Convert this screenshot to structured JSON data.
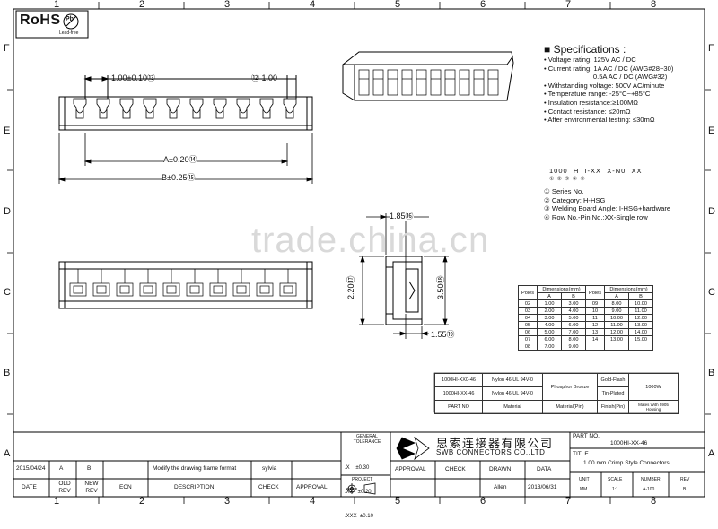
{
  "zones": {
    "columns": [
      "1",
      "2",
      "3",
      "4",
      "5",
      "6",
      "7",
      "8"
    ],
    "rows": [
      "F",
      "E",
      "D",
      "C",
      "B",
      "A"
    ]
  },
  "rohs": {
    "label": "RoHS",
    "sub": "Lead-free",
    "logo_symbol": "Pb"
  },
  "watermark": "trade.china.cn",
  "top_view": {
    "pitch_label": "1.00±0.10",
    "pitch_flag": "⑬",
    "end_label": "1.00",
    "end_flag": "⑫",
    "a_label": "A±0.20",
    "a_flag": "⑭",
    "b_label": "B±0.25",
    "b_flag": "⑮"
  },
  "side_view": {
    "width_label": "1.85",
    "width_flag": "⑯",
    "height_label": "2.20",
    "height_flag": "⑰",
    "depth_label": "3.50",
    "depth_flag": "⑱",
    "bottom_label": "1.55",
    "bottom_flag": "⑲"
  },
  "specifications": {
    "title": "Specifications :",
    "items": [
      "Voltage rating: 125V AC / DC",
      "Current rating:   1A  AC / DC (AWG#28~30)",
      "                        0.5A AC / DC (AWG#32)",
      "Withstanding voltage: 500V AC/minute",
      "Temperature range: -25°C~+85°C",
      "Insulation resistance:≥100MΩ",
      "Contact resistance: ≤20mΩ",
      "After environmental testing:  ≤30mΩ"
    ]
  },
  "part_number": {
    "code": "1000  H  I-XX  X-N0  XX",
    "markers": "①②③④⑤",
    "legend": [
      "① Series No.",
      "② Category:  H-HSG",
      "③ Welding Board Angle:  I-HSG+hardware",
      "④ Row No.-Pin No.:XX-Single row"
    ]
  },
  "dimension_table": {
    "header_poles": "Poles",
    "header_dims": "Dimensions(mm)",
    "header_a": "A",
    "header_b": "B",
    "rows": [
      [
        "02",
        "1.00",
        "3.00",
        "09",
        "8.00",
        "10.00"
      ],
      [
        "03",
        "2.00",
        "4.00",
        "10",
        "9.00",
        "11.00"
      ],
      [
        "04",
        "3.00",
        "5.00",
        "11",
        "10.00",
        "12.00"
      ],
      [
        "05",
        "4.00",
        "6.00",
        "12",
        "11.00",
        "13.00"
      ],
      [
        "06",
        "5.00",
        "7.00",
        "13",
        "12.00",
        "14.00"
      ],
      [
        "07",
        "6.00",
        "8.00",
        "14",
        "13.00",
        "15.00"
      ],
      [
        "08",
        "7.00",
        "9.00",
        "",
        "",
        ""
      ]
    ]
  },
  "materials": {
    "rows": [
      [
        "1000HI-XX0-46",
        "Nylon 46  UL 94V-0",
        "Phosphor Bronze",
        "Gold-Flash",
        "1000W"
      ],
      [
        "1000HI-XX-46",
        "Nylon 46  UL 94V-0",
        "",
        "Tin-Plated",
        ""
      ]
    ],
    "header": [
      "PART NO",
      "Material",
      "Material(Pin)",
      "Finish(Pin)",
      "Mates With 5905 Housing"
    ]
  },
  "title_block": {
    "general_tolerance": "GENERAL TOLERANCE",
    "tolerances": [
      ".X    ±0.30",
      ".XX   ±0.20",
      ".XXX  ±0.10"
    ],
    "projection": "PROJECT",
    "company_cn": "思索连接器有限公司",
    "company_en": "SWB CONNECTORS CO.,LTD",
    "approval": "APPROVAL",
    "check": "CHECK",
    "drawn": "DRAWN",
    "data": "DATA",
    "drawn_by": "Allen",
    "drawn_date": "2013/06/31",
    "part_no_label": "PART NO.",
    "part_no": "1000HI-XX-46",
    "title_label": "TITLE",
    "title": "1.00 mm Crimp Style Connectors",
    "unit_label": "UNIT",
    "unit": "MM",
    "scale_label": "SCALE",
    "scale": "1:1",
    "number_label": "NUMBER",
    "number": "A-100",
    "rev_label": "REV",
    "rev": "B",
    "revision": {
      "date": "2015/04/24",
      "old_rev": "A",
      "new_rev": "B",
      "ecn": "",
      "description": "Modify the drawing frame format",
      "check": "sylvia",
      "approval": ""
    },
    "rev_headers": [
      "DATE",
      "OLD REV",
      "NEW REV",
      "ECN",
      "DESCRIPTION",
      "CHECK",
      "APPROVAL"
    ]
  }
}
